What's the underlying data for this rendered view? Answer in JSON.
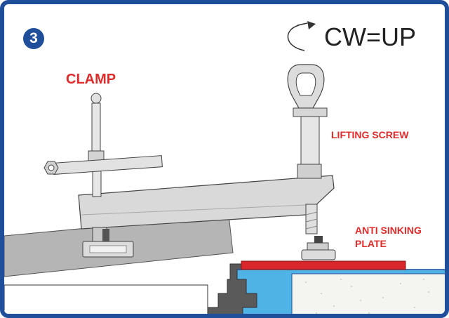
{
  "step": {
    "number": "3"
  },
  "direction": {
    "text": "CW=UP",
    "icon": "rotate-clockwise-arrow-icon"
  },
  "labels": {
    "clamp": "CLAMP",
    "lifting_screw": "LIFTING SCREW",
    "anti_sinking_plate_line1": "ANTI SINKING",
    "anti_sinking_plate_line2": "PLATE"
  },
  "colors": {
    "frame": "#1f4e9a",
    "label_red": "#e02b2b",
    "plate_red": "#d8262b",
    "water_blue": "#4fb3e6",
    "grey_metal": "#cfcfcf",
    "dark_grey": "#8a8a8a"
  }
}
